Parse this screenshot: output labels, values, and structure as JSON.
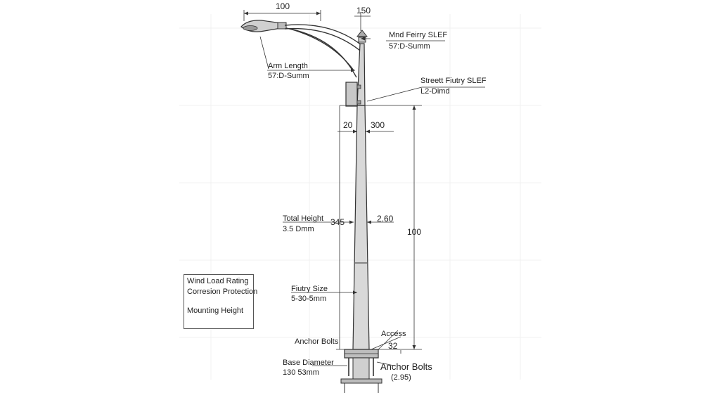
{
  "dimensions": {
    "top_100": "100",
    "top_150": "150",
    "d_20": "20",
    "d_300": "300",
    "d_345": "345",
    "d_260": "2.60",
    "d_100_right": "100",
    "d_32": "32"
  },
  "labels": {
    "mnd_title": "Mnd Feirry SLEF",
    "mnd_value": "57:D-Summ",
    "arm_title": "Arm Length",
    "arm_value": "57:D-Summ",
    "street_title": "Streett Fiutry SLEF",
    "street_value": "L2-Dimd",
    "total_title": "Total Height",
    "total_value": "3.5 Dmm",
    "fiutry_title": "Fiutry Size",
    "fiutry_value": "5-30-5mm",
    "anchor_title": "Anchor Bolts",
    "access_title": "Access",
    "base_title": "Base Diameter",
    "base_value": "130 53mm",
    "anchor2_title": "Anchor Bolts",
    "anchor2_value": "(2.95)"
  },
  "legend": {
    "items": [
      "Wind Load Rating",
      "Corresion Protection",
      "Mounting Height"
    ]
  },
  "colors": {
    "line": "#333333",
    "pole": "#d9d9d9",
    "grid": "#eeeeee"
  }
}
